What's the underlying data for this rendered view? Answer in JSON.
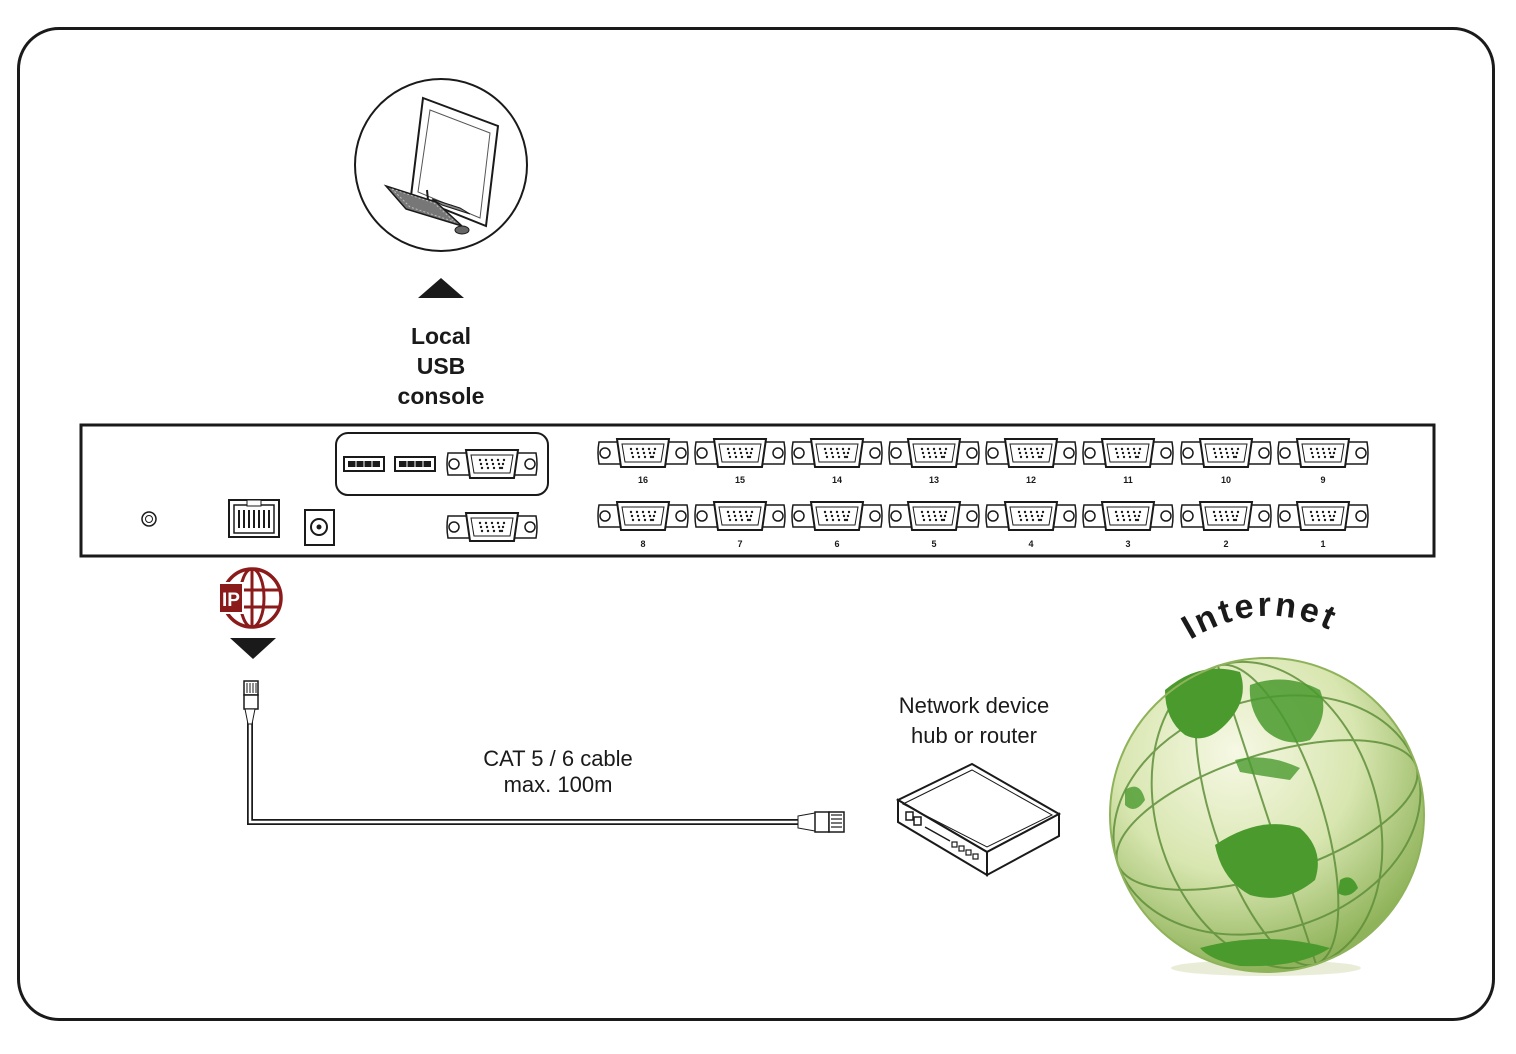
{
  "console": {
    "label_line1": "Local",
    "label_line2": "USB",
    "label_line3": "console"
  },
  "ports": {
    "top_row": [
      "16",
      "15",
      "14",
      "13",
      "12",
      "11",
      "10",
      "9"
    ],
    "bottom_row": [
      "8",
      "7",
      "6",
      "5",
      "4",
      "3",
      "2",
      "1"
    ]
  },
  "network": {
    "label_line1": "Network device",
    "label_line2": "hub or router"
  },
  "cable": {
    "label_line1": "CAT 5 / 6 cable",
    "label_line2": "max. 100m"
  },
  "internet": {
    "label": "Internet"
  },
  "ip_badge": {
    "text": "IP"
  },
  "colors": {
    "ip_red": "#8b1a1a",
    "globe_green": "#4a9a2e",
    "outline": "#1a1a1a"
  }
}
